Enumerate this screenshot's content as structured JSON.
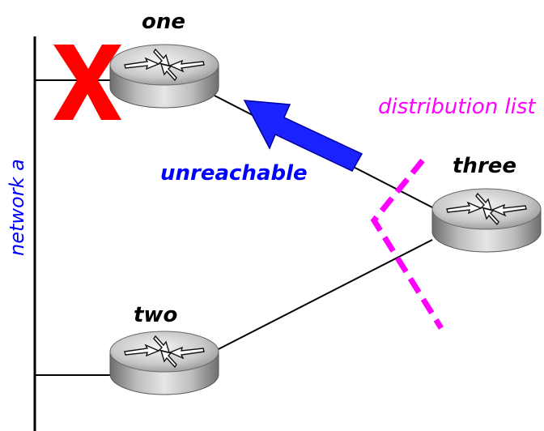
{
  "labels": {
    "router_one": "one",
    "router_two": "two",
    "router_three": "three",
    "network": "network a",
    "unreachable": "unreachable",
    "distribution_list": "distribution list"
  },
  "icons": {
    "router": "router-icon",
    "failure": "x-mark-icon",
    "arrow": "arrow-icon"
  },
  "colors": {
    "failure_mark": "#ff0000",
    "unreachable": "#0000ff",
    "distribution_list": "#ff00ff",
    "network_label": "#0000ff",
    "lines": "#000000"
  }
}
